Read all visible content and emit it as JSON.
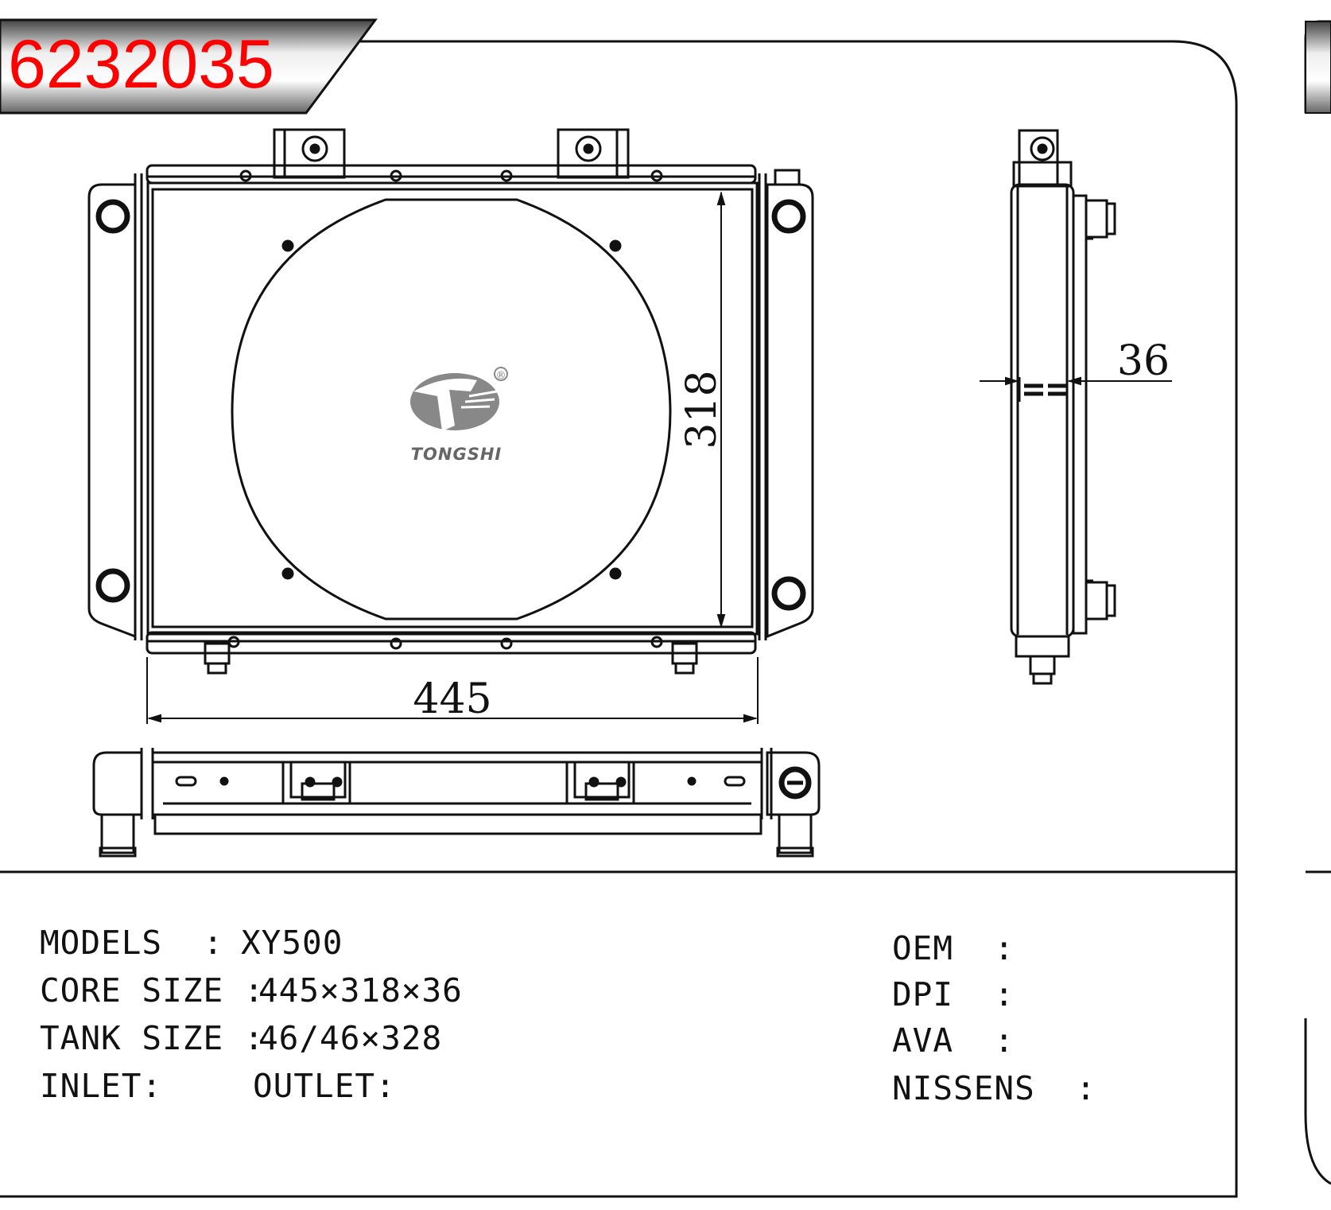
{
  "part_number": "6232035",
  "brand": {
    "name": "TONGSHI",
    "registered_mark": "®"
  },
  "dimensions": {
    "width": "445",
    "height": "318",
    "thickness": "36"
  },
  "specs": {
    "models": {
      "label": "MODELS  :",
      "value": "XY500"
    },
    "core_size": {
      "label": "CORE SIZE :",
      "value": "445×318×36"
    },
    "tank_size": {
      "label": "TANK SIZE :",
      "value": "46/46×328"
    },
    "inlet": {
      "label": "INLET:"
    },
    "outlet": {
      "label": "OUTLET:"
    }
  },
  "references": {
    "oem": "OEM  :",
    "dpi": "DPI  :",
    "ava": "AVA  :",
    "nissens": "NISSENS  :"
  }
}
